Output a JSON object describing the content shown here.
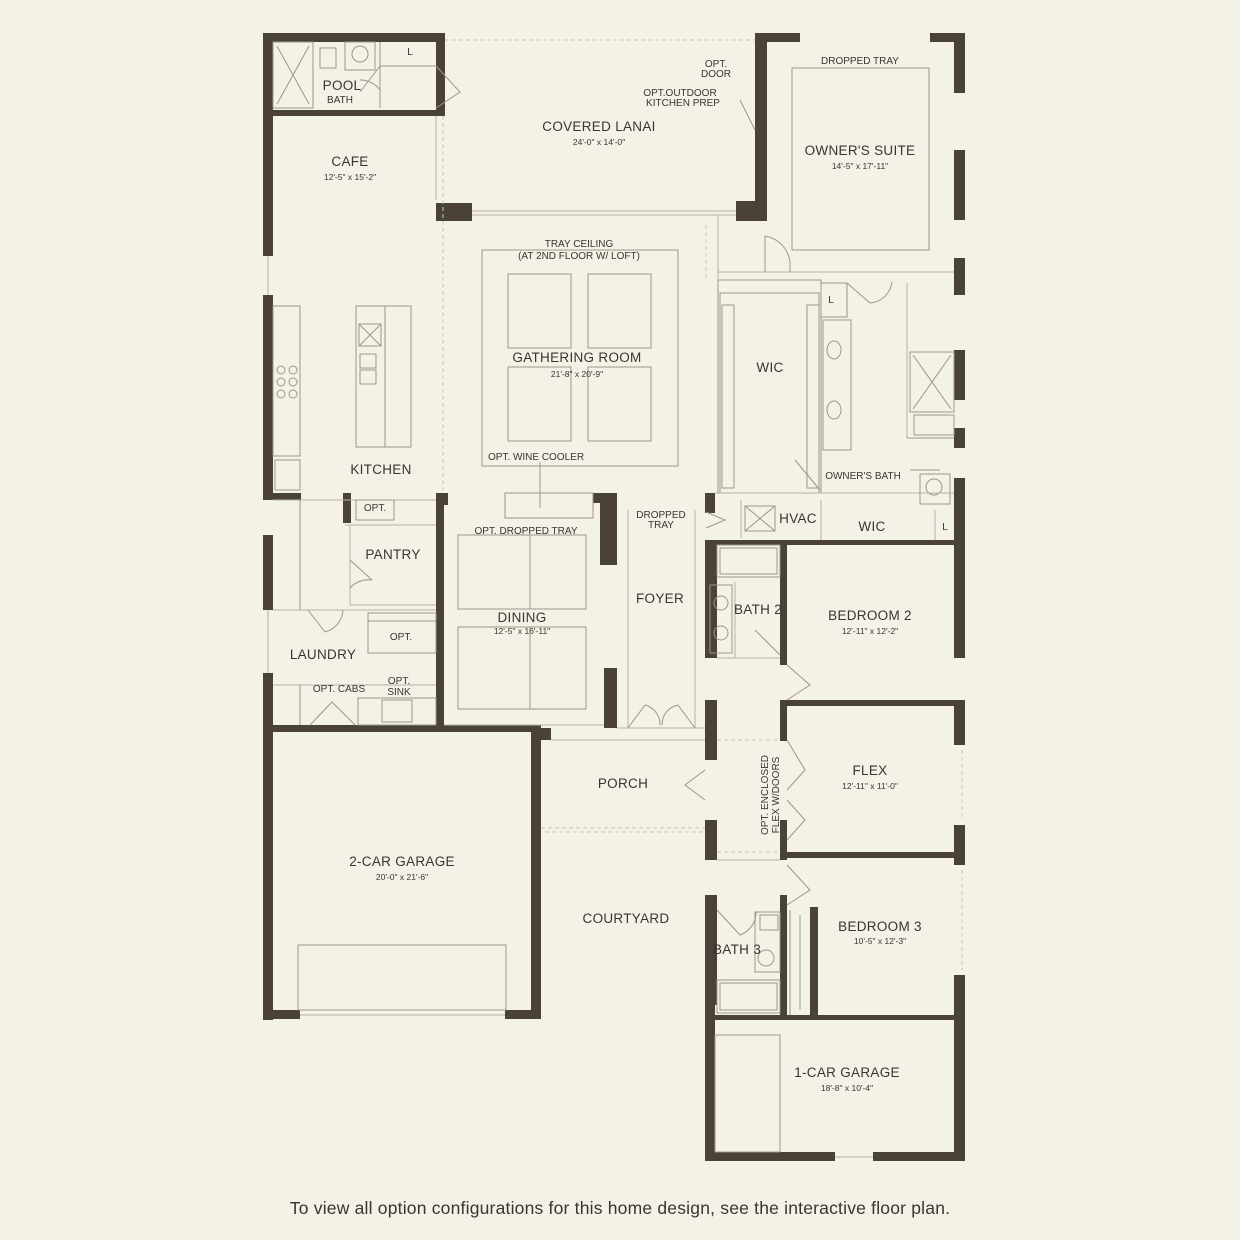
{
  "rooms": {
    "pool_bath": [
      "POOL",
      "BATH"
    ],
    "covered_lanai": {
      "name": "COVERED LANAI",
      "dim": "24'-0\" x 14'-0\""
    },
    "opt_door": [
      "OPT.",
      "DOOR"
    ],
    "opt_outdoor_kitchen": [
      "OPT.OUTDOOR",
      "KITCHEN PREP"
    ],
    "owners_suite": {
      "name": "OWNER'S SUITE",
      "dim": "14'-5\" x 17'-11\"",
      "tray": "DROPPED TRAY"
    },
    "cafe": {
      "name": "CAFE",
      "dim": "12'-5\" x 15'-2\""
    },
    "tray_ceiling": [
      "TRAY CEILING",
      "(AT 2ND FLOOR W/ LOFT)"
    ],
    "gathering_room": {
      "name": "GATHERING ROOM",
      "dim": "21'-8\" x 20'-9\""
    },
    "wic": "WIC",
    "kitchen": "KITCHEN",
    "opt_wine_cooler": "OPT. WINE COOLER",
    "owners_bath": "OWNER'S BATH",
    "opt": "OPT.",
    "opt_dropped_tray": "OPT. DROPPED TRAY",
    "dropped_tray": [
      "DROPPED",
      "TRAY"
    ],
    "hvac": "HVAC",
    "wic2": "WIC",
    "pantry": "PANTRY",
    "bath2": "BATH 2",
    "dining": {
      "name": "DINING",
      "dim": "12'-5\" x 16'-11\""
    },
    "foyer": "FOYER",
    "bedroom2": {
      "name": "BEDROOM 2",
      "dim": "12'-11\" x 12'-2\""
    },
    "opt2": "OPT.",
    "laundry": "LAUNDRY",
    "opt_cabs": "OPT. CABS",
    "opt_sink": [
      "OPT.",
      "SINK"
    ],
    "porch": "PORCH",
    "flex": {
      "name": "FLEX",
      "dim": "12'-11\" x 11'-0\""
    },
    "opt_enclosed_flex": [
      "OPT. ENCLOSED",
      "FLEX W/DOORS"
    ],
    "garage2": {
      "name": "2-CAR GARAGE",
      "dim": "20'-0\" x 21'-6\""
    },
    "courtyard": "COURTYARD",
    "bedroom3": {
      "name": "BEDROOM 3",
      "dim": "10'-5\" x 12'-3\""
    },
    "bath3": "BATH 3",
    "garage1": {
      "name": "1-CAR GARAGE",
      "dim": "18'-8\" x 10'-4\""
    },
    "linen_l": "L"
  },
  "footer_text": "To view all option configurations for this home design, see the interactive floor plan.",
  "colors": {
    "background": "#f4f1e6",
    "wall": "#4a4238",
    "text": "#3a352f"
  }
}
